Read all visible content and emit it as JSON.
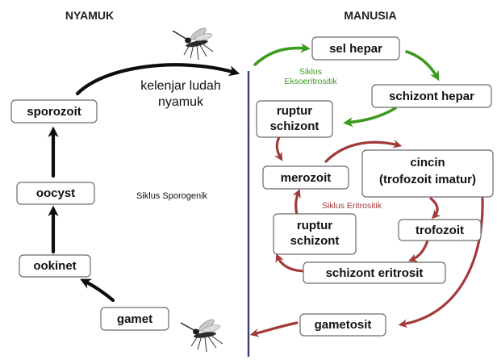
{
  "headers": {
    "left": "NYAMUK",
    "right": "MANUSIA"
  },
  "colors": {
    "divider": "#3a3f7a",
    "exo_cycle": "#3c9a1e",
    "erythro_cycle": "#a33a3a",
    "sporogenic_cycle": "#0d0d0d"
  },
  "icons": {
    "mosquito_top": "mosquito-icon",
    "mosquito_bottom": "mosquito-icon"
  },
  "labels": {
    "salivary_line1": "kelenjar ludah",
    "salivary_line2": "nyamuk",
    "sporogenic_cycle": "Siklus Sporogenik",
    "exo_cycle_line1": "Siklus",
    "exo_cycle_line2": "Eksoeritrositik",
    "erythro_cycle": "Siklus Eritrositik"
  },
  "nodes": {
    "sporozoit": "sporozoit",
    "oocyst": "oocyst",
    "ookinet": "ookinet",
    "gamet": "gamet",
    "sel_hepar": "sel hepar",
    "schizont_hepar": "schizont hepar",
    "ruptur_schizont_top_line1": "ruptur",
    "ruptur_schizont_top_line2": "schizont",
    "merozoit": "merozoit",
    "cincin_line1": "cincin",
    "cincin_line2": "(trofozoit imatur)",
    "ruptur_schizont_mid_line1": "ruptur",
    "ruptur_schizont_mid_line2": "schizont",
    "trofozoit": "trofozoit",
    "schizont_eritrosit": "schizont eritrosit",
    "gametosit": "gametosit"
  }
}
